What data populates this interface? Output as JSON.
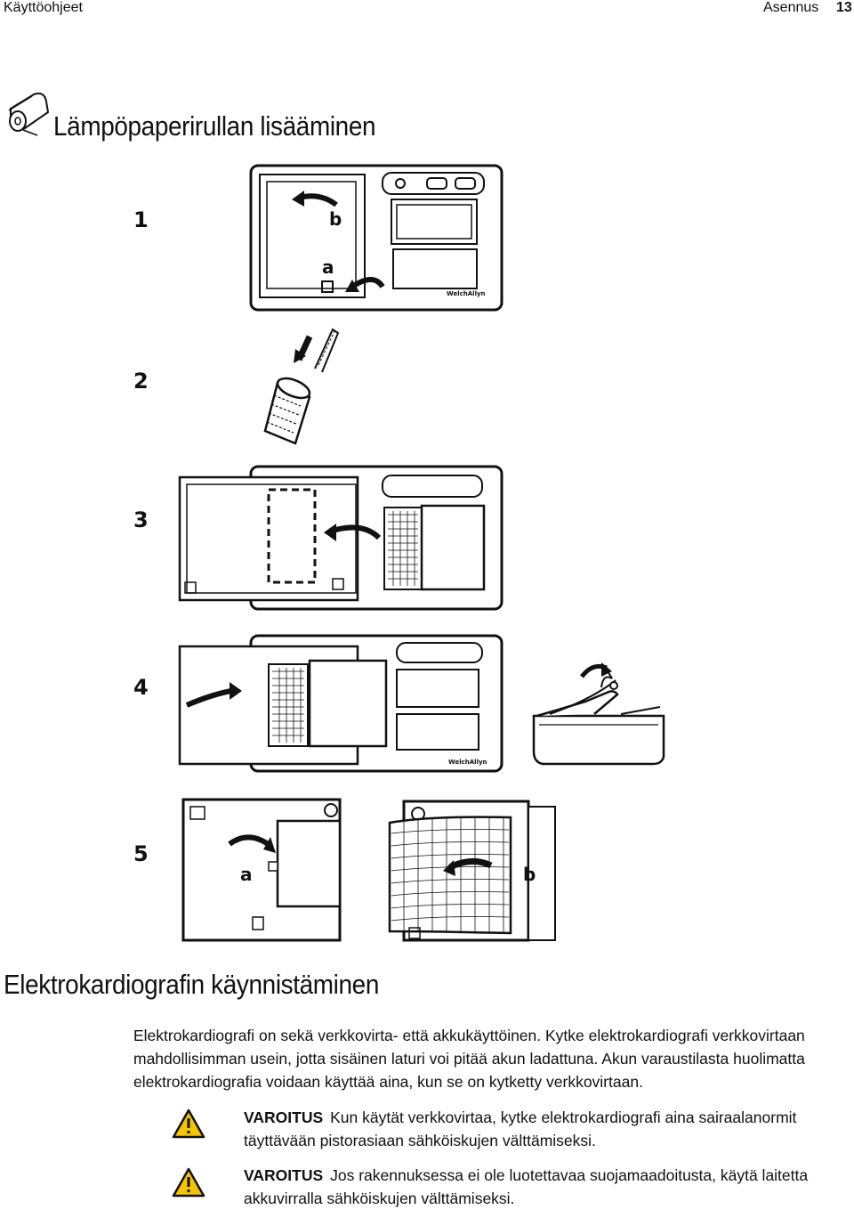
{
  "header": {
    "doc_title": "Käyttöohjeet",
    "section": "Asennus",
    "page_number": "13"
  },
  "paper_section": {
    "icon": "paper-roll-icon",
    "title": "Lämpöpaperirullan lisääminen",
    "steps": [
      "1",
      "2",
      "3",
      "4",
      "5"
    ],
    "figure_labels": {
      "step1_a": "a",
      "step1_b": "b",
      "step5_a": "a",
      "step5_b": "b"
    }
  },
  "startup_section": {
    "title": "Elektrokardiografin käynnistäminen",
    "body_lines": [
      "Elektrokardiografi on sekä verkkovirta- että akkukäyttöinen. Kytke elektrokardiografi verkkovirtaan",
      "mahdollisimman usein, jotta sisäinen laturi voi pitää akun ladattuna. Akun varaustilasta huolimatta",
      "elektrokardiografia voidaan käyttää aina, kun se on kytketty verkkovirtaan."
    ],
    "warnings": [
      {
        "icon": "warning-triangle-icon",
        "label": "VAROITUS",
        "line1": "Kun käytät verkkovirtaa, kytke elektrokardiografi aina sairaalanormit",
        "line2": "täyttävään pistorasiaan sähköiskujen välttämiseksi."
      },
      {
        "icon": "warning-triangle-icon",
        "label": "VAROITUS",
        "line1": "Jos rakennuksessa ei ole luotettavaa suojamaadoitusta, käytä laitetta",
        "line2": "akkuvirralla sähköiskujen välttämiseksi."
      }
    ],
    "colors": {
      "warning_fill": "#f5c400",
      "ink": "#111111"
    }
  }
}
